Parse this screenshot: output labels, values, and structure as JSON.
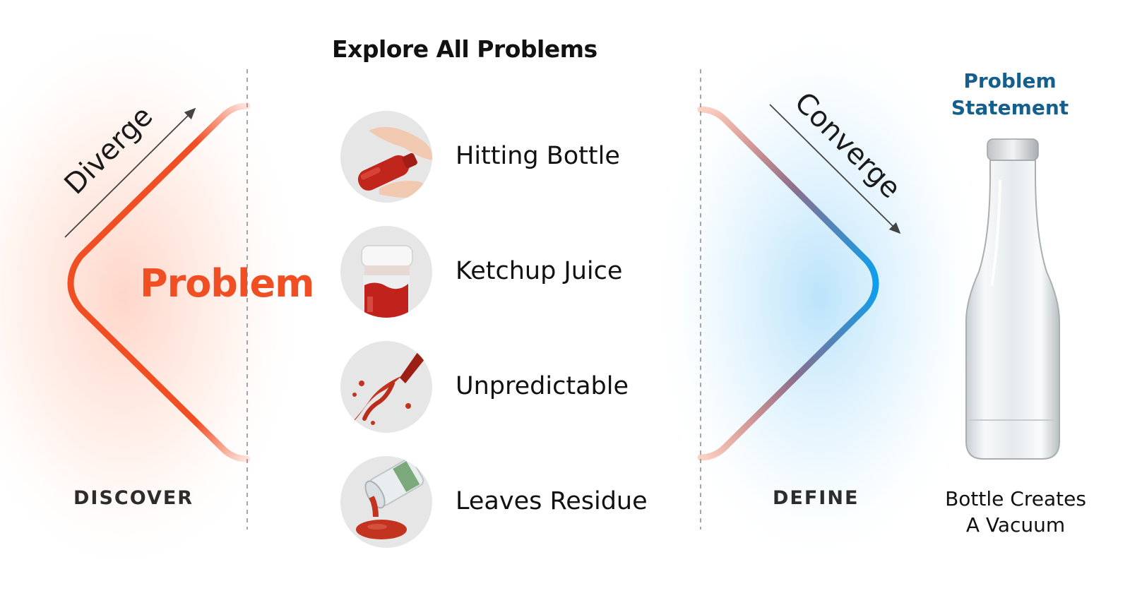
{
  "heading": "Explore All Problems",
  "discover": {
    "arrow_label": "Diverge",
    "center_word": "Problem",
    "phase_label": "DISCOVER",
    "accent": "#f04e23"
  },
  "problems": [
    {
      "label": "Hitting Bottle",
      "icon": "hand-slapping-bottle-icon"
    },
    {
      "label": "Ketchup Juice",
      "icon": "ketchup-jar-icon"
    },
    {
      "label": "Unpredictable",
      "icon": "ketchup-splash-icon"
    },
    {
      "label": "Leaves Residue",
      "icon": "spilled-bottle-icon"
    }
  ],
  "define": {
    "arrow_label": "Converge",
    "phase_label": "DEFINE",
    "accent": "#0aa0f0"
  },
  "statement": {
    "title_line1": "Problem",
    "title_line2": "Statement",
    "caption_line1": "Bottle Creates",
    "caption_line2": "A Vacuum",
    "image": "glass-bottle-icon",
    "title_color": "#155f8c"
  }
}
